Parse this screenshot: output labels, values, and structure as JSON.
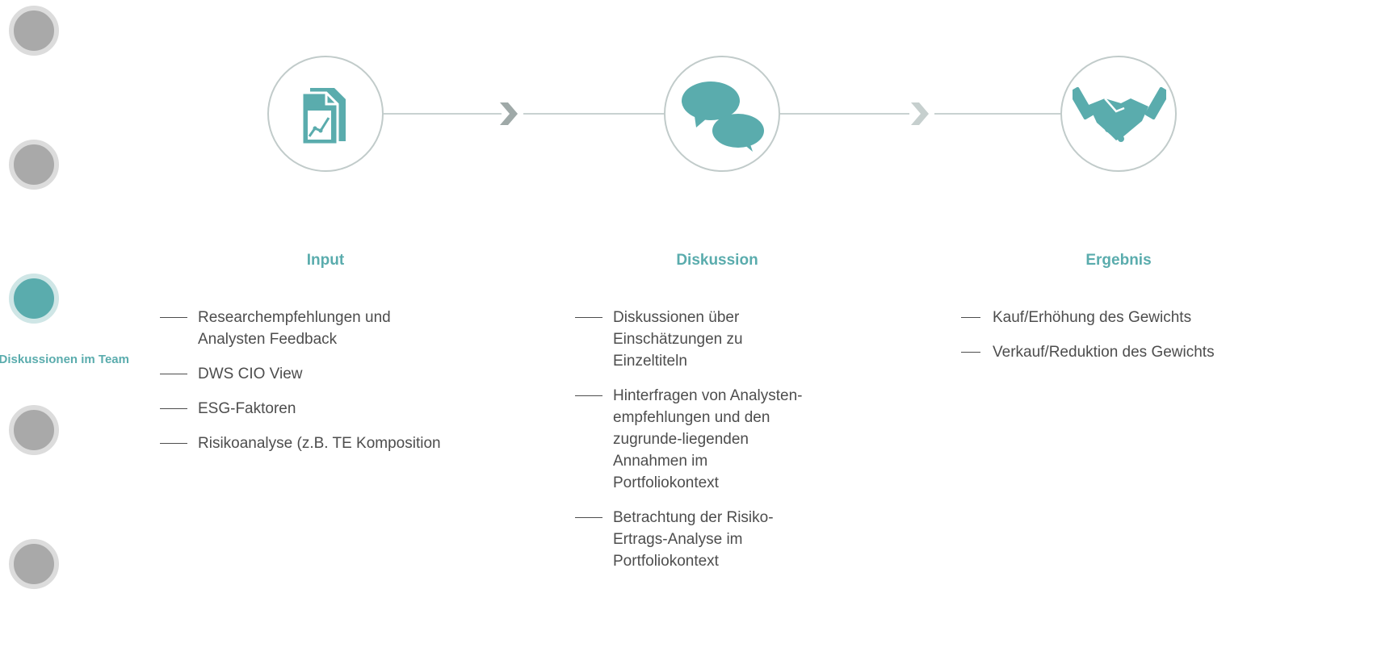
{
  "nav": {
    "dots": [
      {
        "name": "nav-dot-1",
        "active": false
      },
      {
        "name": "nav-dot-2",
        "active": false
      },
      {
        "name": "nav-dot-3",
        "active": true
      },
      {
        "name": "nav-dot-4",
        "active": false
      },
      {
        "name": "nav-dot-5",
        "active": false
      }
    ],
    "active_label": "Diskussionen im Team"
  },
  "steps": [
    {
      "id": "input",
      "title": "Input",
      "icon": "document-chart-icon",
      "bullets": [
        "Researchempfehlungen und Analysten Feedback",
        "DWS CIO View",
        "ESG-Faktoren",
        "Risikoanalyse (z.B. TE Komposition"
      ]
    },
    {
      "id": "diskussion",
      "title": "Diskussion",
      "icon": "speech-bubbles-icon",
      "bullets": [
        "Diskussionen über Einschätzungen zu Einzeltiteln",
        "Hinterfragen von Analysten-empfehlungen und den zugrunde-liegenden Annahmen im Portfoliokontext",
        "Betrachtung der Risiko-Ertrags-Analyse im Portfoliokontext"
      ]
    },
    {
      "id": "ergebnis",
      "title": "Ergebnis",
      "icon": "handshake-icon",
      "bullets": [
        "Kauf/Erhöhung des Gewichts",
        "Verkauf/Reduktion des Gewichts"
      ]
    }
  ],
  "colors": {
    "accent": "#5aacad",
    "inactive_dot": "#a9a9a9",
    "line": "#c8d2d1",
    "text": "#4d4d4d"
  }
}
